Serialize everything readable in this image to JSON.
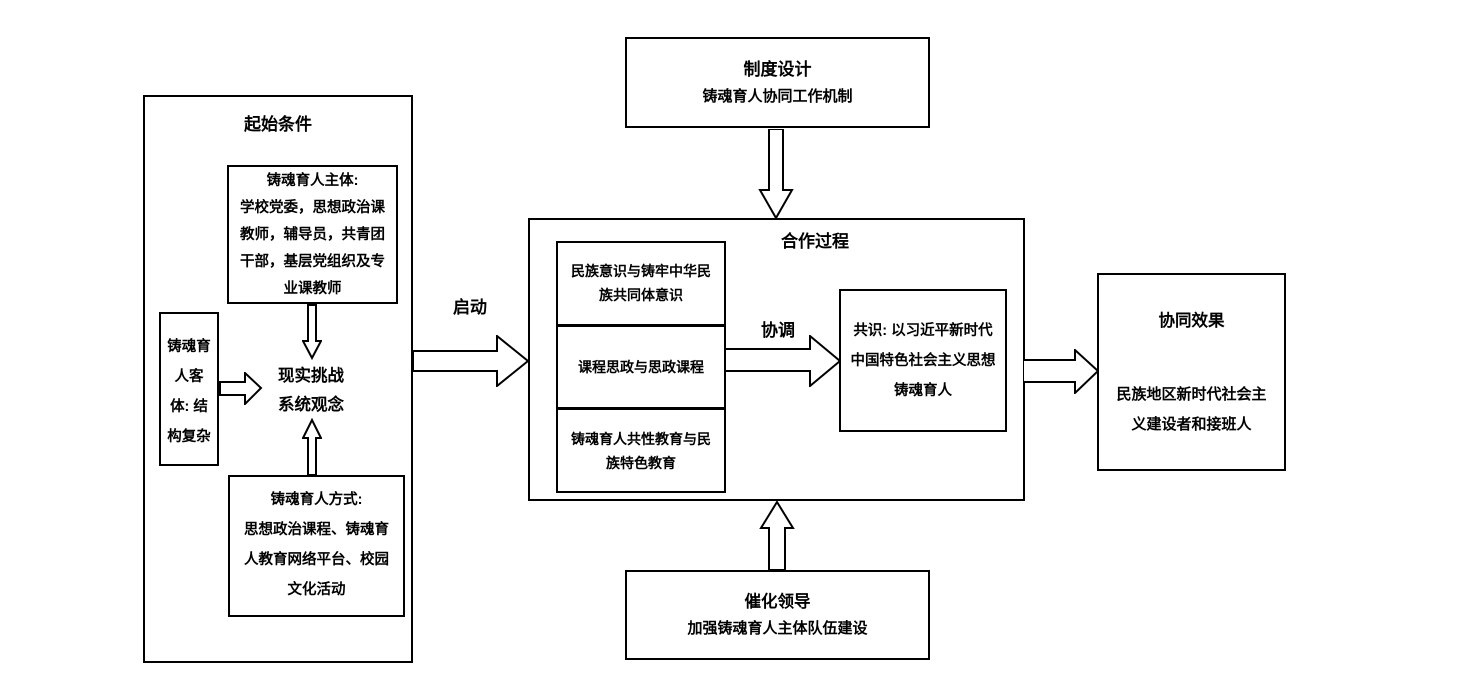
{
  "canvas": {
    "background": "#ffffff",
    "line_color": "#000000"
  },
  "labels": {
    "start_arrow": "启动",
    "coordinate_arrow": "协调"
  },
  "start_section": {
    "title": "起始条件",
    "subject_box": "铸魂育人主体:\n学校党委，思想政治课\n教师，辅导员，共青团\n干部，基层党组织及专\n业课教师",
    "object_box": "铸魂育\n人客\n体: 结\n构复杂",
    "challenge_text": "现实挑战\n系统观念",
    "method_box": "铸魂育人方式:\n思想政治课程、铸魂育\n人教育网络平台、校园\n文化活动"
  },
  "institution_box": {
    "title": "制度设计",
    "subtitle": "铸魂育人协同工作机制"
  },
  "cooperation_section": {
    "title": "合作过程",
    "items": [
      "民族意识与铸牢中华民\n族共同体意识",
      "课程思政与思政课程",
      "铸魂育人共性教育与民\n族特色教育"
    ],
    "consensus_box": "共识: 以习近平新时代\n中国特色社会主义思想\n铸魂育人"
  },
  "catalyst_box": {
    "title": "催化领导",
    "subtitle": "加强铸魂育人主体队伍建设"
  },
  "effect_box": {
    "title": "协同效果",
    "body": "民族地区新时代社会主\n义建设者和接班人"
  }
}
